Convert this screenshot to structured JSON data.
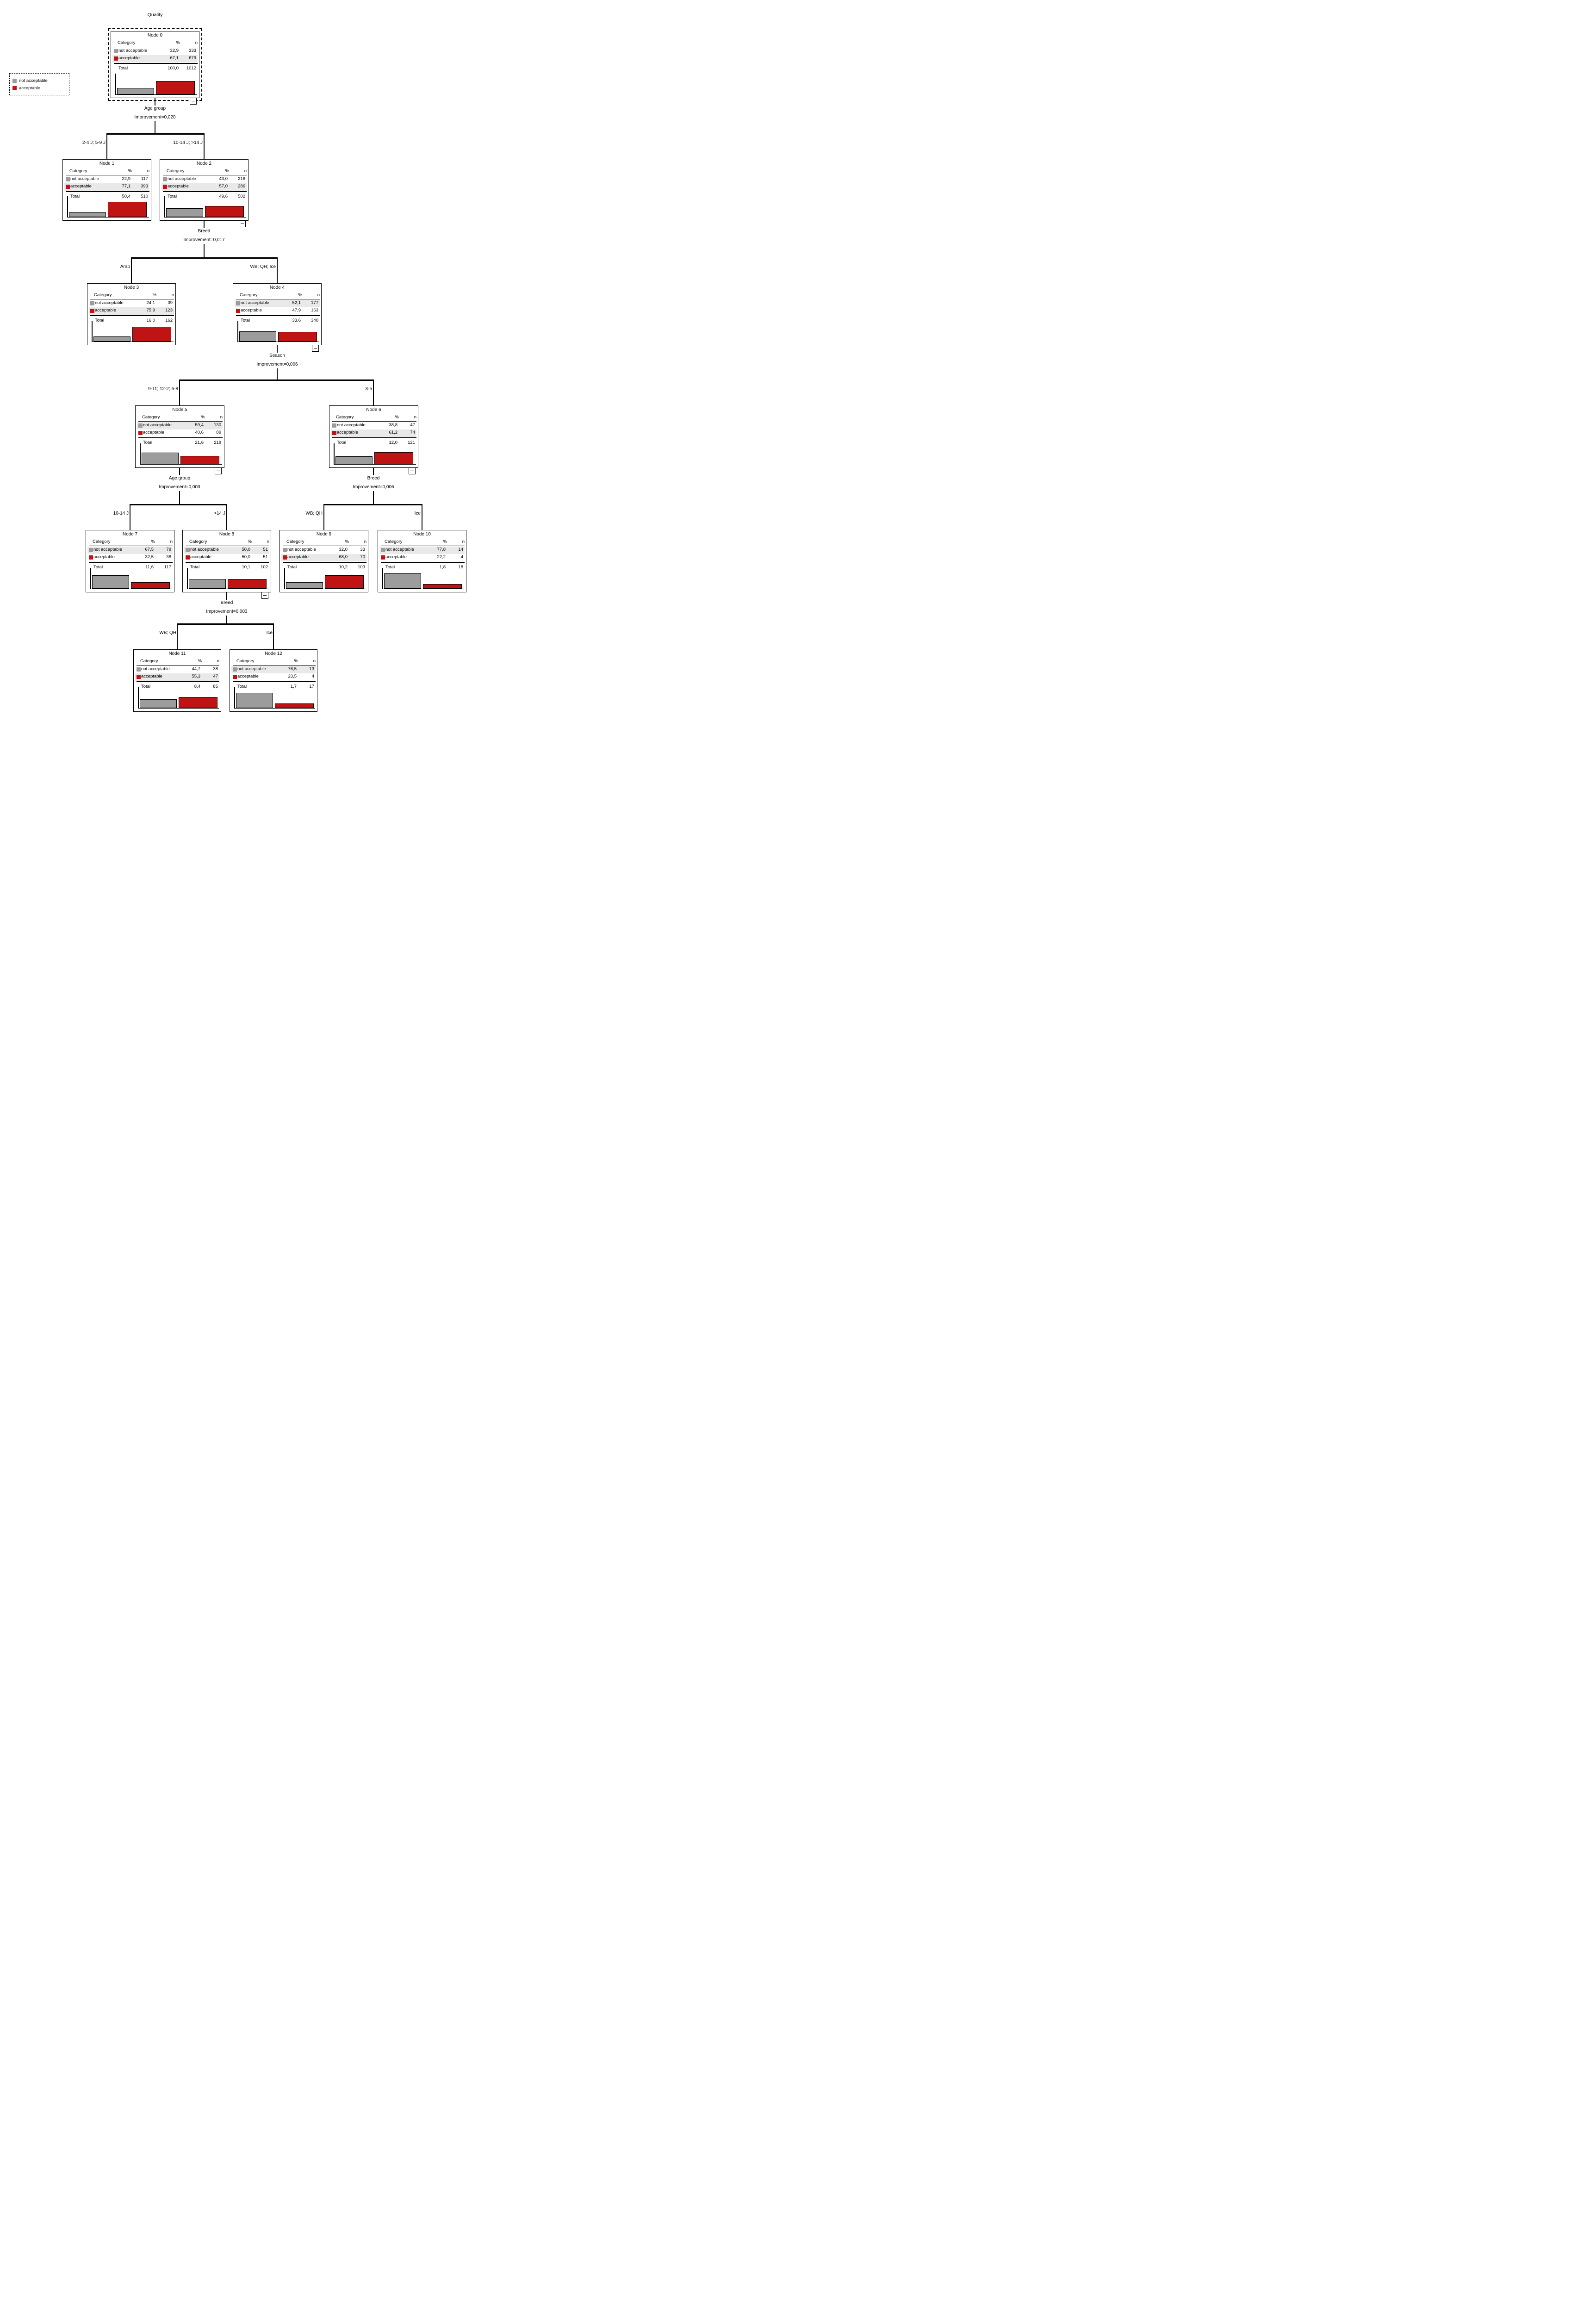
{
  "title": "Quality",
  "colors": {
    "not_acceptable": "#9c9c9c",
    "acceptable": "#c01414",
    "highlight_row": "#e9e9e9"
  },
  "legend": {
    "items": [
      {
        "label": "not acceptable"
      },
      {
        "label": "acceptable"
      }
    ]
  },
  "table_headers": {
    "category": "Category",
    "percent": "%",
    "count": "n",
    "total_label": "Total"
  },
  "nodes": [
    {
      "title": "Node 0",
      "rows": [
        {
          "label": "not acceptable",
          "pct": "32,9",
          "n": "333",
          "hl": false
        },
        {
          "label": "acceptable",
          "pct": "67,1",
          "n": "679",
          "hl": true
        }
      ],
      "total_pct": "100,0",
      "total_n": "1012",
      "bars": [
        32.9,
        67.1
      ]
    },
    {
      "title": "Node 1",
      "rows": [
        {
          "label": "not acceptable",
          "pct": "22,9",
          "n": "117",
          "hl": false
        },
        {
          "label": "acceptable",
          "pct": "77,1",
          "n": "393",
          "hl": true
        }
      ],
      "total_pct": "50,4",
      "total_n": "510",
      "bars": [
        22.9,
        77.1
      ]
    },
    {
      "title": "Node 2",
      "rows": [
        {
          "label": "not acceptable",
          "pct": "43,0",
          "n": "216",
          "hl": false
        },
        {
          "label": "acceptable",
          "pct": "57,0",
          "n": "286",
          "hl": true
        }
      ],
      "total_pct": "49,6",
      "total_n": "502",
      "bars": [
        43.0,
        57.0
      ]
    },
    {
      "title": "Node 3",
      "rows": [
        {
          "label": "not acceptable",
          "pct": "24,1",
          "n": "39",
          "hl": false
        },
        {
          "label": "acceptable",
          "pct": "75,9",
          "n": "123",
          "hl": true
        }
      ],
      "total_pct": "16,0",
      "total_n": "162",
      "bars": [
        24.1,
        75.9
      ]
    },
    {
      "title": "Node 4",
      "rows": [
        {
          "label": "not acceptable",
          "pct": "52,1",
          "n": "177",
          "hl": true
        },
        {
          "label": "acceptable",
          "pct": "47,9",
          "n": "163",
          "hl": false
        }
      ],
      "total_pct": "33,6",
      "total_n": "340",
      "bars": [
        52.1,
        47.9
      ]
    },
    {
      "title": "Node 5",
      "rows": [
        {
          "label": "not acceptable",
          "pct": "59,4",
          "n": "130",
          "hl": true
        },
        {
          "label": "acceptable",
          "pct": "40,6",
          "n": "89",
          "hl": false
        }
      ],
      "total_pct": "21,6",
      "total_n": "219",
      "bars": [
        59.4,
        40.6
      ]
    },
    {
      "title": "Node 6",
      "rows": [
        {
          "label": "not acceptable",
          "pct": "38,8",
          "n": "47",
          "hl": false
        },
        {
          "label": "acceptable",
          "pct": "61,2",
          "n": "74",
          "hl": true
        }
      ],
      "total_pct": "12,0",
      "total_n": "121",
      "bars": [
        38.8,
        61.2
      ]
    },
    {
      "title": "Node 7",
      "rows": [
        {
          "label": "not acceptable",
          "pct": "67,5",
          "n": "79",
          "hl": true
        },
        {
          "label": "acceptable",
          "pct": "32,5",
          "n": "38",
          "hl": false
        }
      ],
      "total_pct": "11,6",
      "total_n": "117",
      "bars": [
        67.5,
        32.5
      ]
    },
    {
      "title": "Node 8",
      "rows": [
        {
          "label": "not acceptable",
          "pct": "50,0",
          "n": "51",
          "hl": true
        },
        {
          "label": "acceptable",
          "pct": "50,0",
          "n": "51",
          "hl": false
        }
      ],
      "total_pct": "10,1",
      "total_n": "102",
      "bars": [
        50.0,
        50.0
      ]
    },
    {
      "title": "Node 9",
      "rows": [
        {
          "label": "not acceptable",
          "pct": "32,0",
          "n": "33",
          "hl": false
        },
        {
          "label": "acceptable",
          "pct": "68,0",
          "n": "70",
          "hl": true
        }
      ],
      "total_pct": "10,2",
      "total_n": "103",
      "bars": [
        32.0,
        68.0
      ]
    },
    {
      "title": "Node 10",
      "rows": [
        {
          "label": "not acceptable",
          "pct": "77,8",
          "n": "14",
          "hl": true
        },
        {
          "label": "acceptable",
          "pct": "22,2",
          "n": "4",
          "hl": false
        }
      ],
      "total_pct": "1,8",
      "total_n": "18",
      "bars": [
        77.8,
        22.2
      ]
    },
    {
      "title": "Node 11",
      "rows": [
        {
          "label": "not acceptable",
          "pct": "44,7",
          "n": "38",
          "hl": false
        },
        {
          "label": "acceptable",
          "pct": "55,3",
          "n": "47",
          "hl": true
        }
      ],
      "total_pct": "8,4",
      "total_n": "85",
      "bars": [
        44.7,
        55.3
      ]
    },
    {
      "title": "Node 12",
      "rows": [
        {
          "label": "not acceptable",
          "pct": "76,5",
          "n": "13",
          "hl": true
        },
        {
          "label": "acceptable",
          "pct": "23,5",
          "n": "4",
          "hl": false
        }
      ],
      "total_pct": "1,7",
      "total_n": "17",
      "bars": [
        76.5,
        23.5
      ]
    }
  ],
  "splits": [
    {
      "variable": "Age group",
      "improvement": "Improvement=0,020",
      "branches": [
        "2-4 J; 5-9 J",
        "10-14 J; >14 J"
      ]
    },
    {
      "variable": "Breed",
      "improvement": "Improvement=0,017",
      "branches": [
        "Arab",
        "WB; QH; Ice"
      ]
    },
    {
      "variable": "Season",
      "improvement": "Improvement=0,006",
      "branches": [
        "9-11; 12-2; 6-8",
        "3-5"
      ]
    },
    {
      "variable": "Age group",
      "improvement": "Improvement=0,003",
      "branches": [
        "10-14 J",
        ">14 J"
      ]
    },
    {
      "variable": "Breed",
      "improvement": "Improvement=0,006",
      "branches": [
        "WB; QH",
        "Ice"
      ]
    },
    {
      "variable": "Breed",
      "improvement": "Improvement=0,003",
      "branches": [
        "WB; QH",
        "Ice"
      ]
    }
  ]
}
